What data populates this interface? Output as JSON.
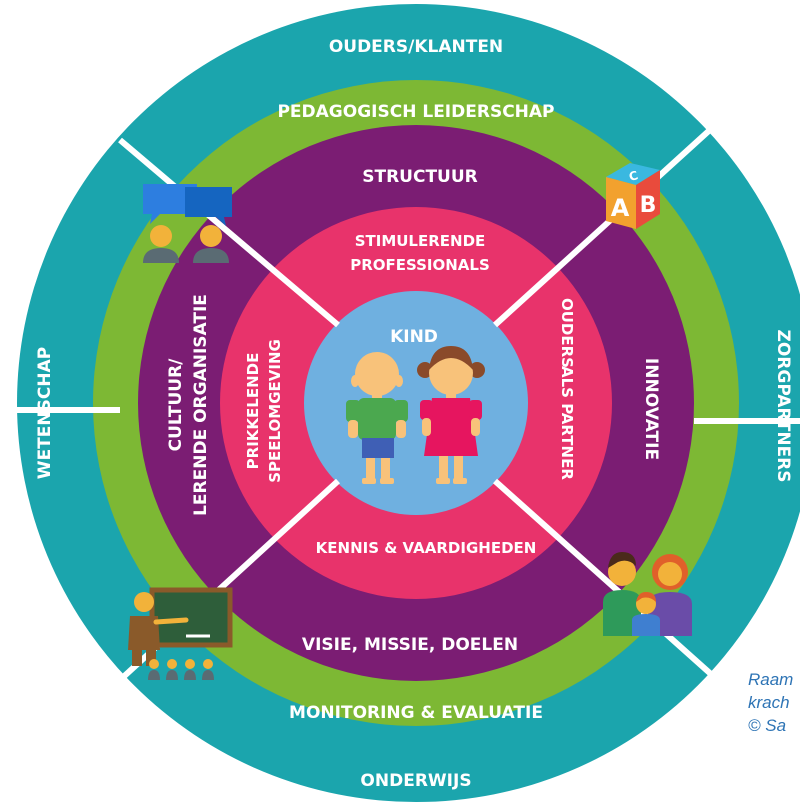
{
  "outer_ring": {
    "top": "OUDERS/KLANTEN",
    "bottom": "ONDERWIJS",
    "left": "WETENSCHAP",
    "right": "ZORGPARTNERS"
  },
  "green_ring": {
    "top": "PEDAGOGISCH LEIDERSCHAP",
    "bottom": "MONITORING & EVALUATIE"
  },
  "purple_ring": {
    "top": "STRUCTUUR",
    "bottom": "VISIE, MISSIE, DOELEN",
    "right": "INNOVATIE",
    "left_line1": "CULTUUR/",
    "left_line2": "LERENDE ORGANISATIE"
  },
  "pink_ring": {
    "top_line1": "STIMULERENDE",
    "top_line2": "PROFESSIONALS",
    "bottom": "KENNIS & VAARDIGHEDEN",
    "right_line1": "OUDERS",
    "right_line2": "ALS PARTNER",
    "left_line1": "PRIKKELENDE",
    "left_line2": "SPEELOMGEVING"
  },
  "center": {
    "label": "KIND"
  },
  "icons": {
    "cube_letters": [
      "A",
      "B",
      "C"
    ]
  },
  "caption": {
    "line1": "Raam",
    "line2": "krach",
    "line3": "© Sa"
  },
  "colors": {
    "teal": "#1BA5AD",
    "green": "#7DB834",
    "purple": "#7B1D73",
    "pink": "#E8336B",
    "center": "#6FB0E0",
    "caption": "#2E74B5"
  }
}
